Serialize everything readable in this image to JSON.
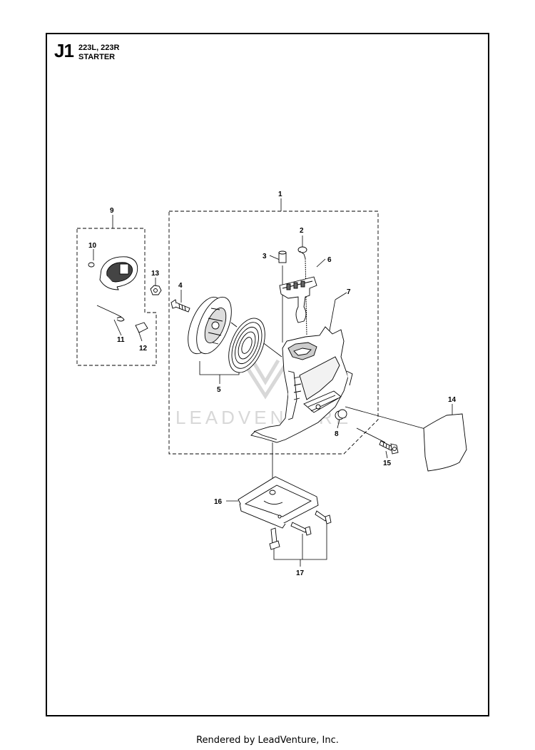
{
  "header": {
    "section_code": "J1",
    "models": "223L, 223R",
    "title": "STARTER"
  },
  "watermark": "LEADVENTURE",
  "footer": "Rendered by LeadVenture, Inc.",
  "callouts": [
    "1",
    "2",
    "3",
    "4",
    "5",
    "6",
    "7",
    "8",
    "9",
    "10",
    "11",
    "12",
    "13",
    "14",
    "15",
    "16",
    "17"
  ],
  "colors": {
    "line": "#000000",
    "watermark": "#d8d8d8"
  }
}
